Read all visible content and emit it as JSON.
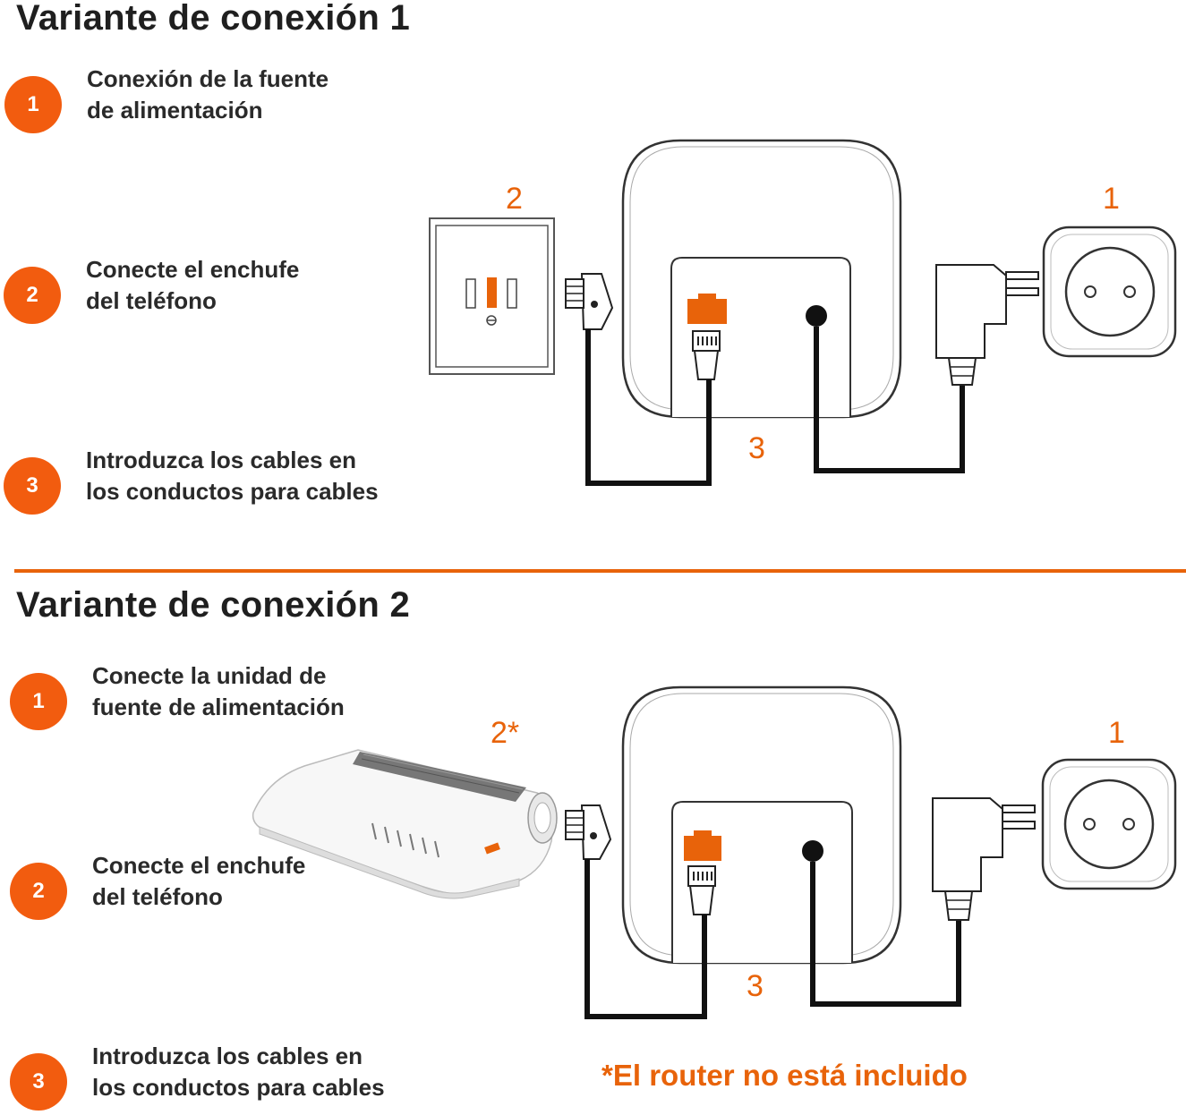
{
  "variant1": {
    "title": "Variante de conexión 1",
    "steps": [
      {
        "number": "1",
        "line1": "Conexión de la fuente",
        "line2": "de alimentación"
      },
      {
        "number": "2",
        "line1": "Conecte el enchufe",
        "line2": "del teléfono"
      },
      {
        "number": "3",
        "line1": "Introduzca los cables en",
        "line2": "los conductos para cables"
      }
    ],
    "labels": {
      "socket": "1",
      "phone_jack": "2",
      "cables": "3"
    }
  },
  "variant2": {
    "title": "Variante de conexión 2",
    "steps": [
      {
        "number": "1",
        "line1": "Conecte la unidad de",
        "line2": "fuente de alimentación"
      },
      {
        "number": "2",
        "line1": "Conecte el enchufe",
        "line2": "del teléfono"
      },
      {
        "number": "3",
        "line1": "Introduzca los cables en",
        "line2": "los conductos para cables"
      }
    ],
    "labels": {
      "socket": "1",
      "router": "2*",
      "cables": "3"
    },
    "note": "*El router no está incluido"
  },
  "colors": {
    "accent": "#e8630a",
    "badge": "#f25c0f",
    "text": "#1f1f1f"
  },
  "icons": [
    "phone-wall-socket-icon",
    "base-station-icon",
    "power-adapter-icon",
    "power-outlet-icon",
    "router-icon",
    "rj-plug-icon",
    "tae-plug-icon"
  ]
}
